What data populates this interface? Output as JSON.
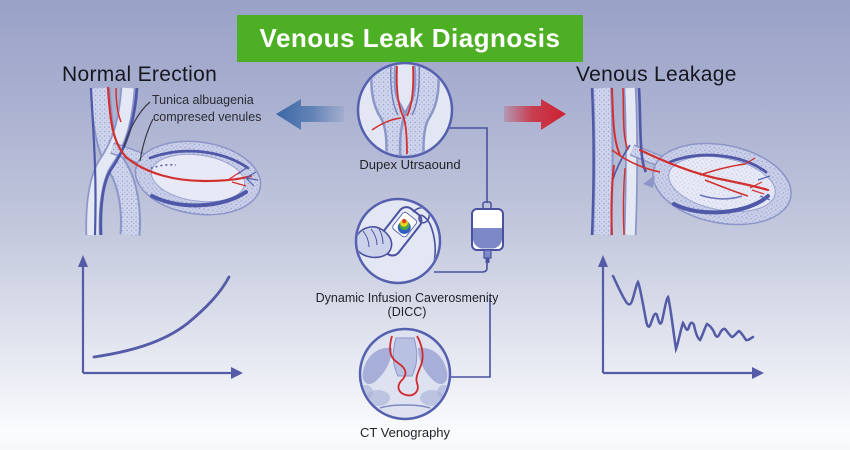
{
  "banner": {
    "label": "Venous Leak Diagnosis",
    "bg_color": "#4daf23",
    "text_color": "#ffffff"
  },
  "sections": {
    "left": {
      "heading": "Normal Erection",
      "annotations": [
        {
          "text": "Tunica albuagenia"
        },
        {
          "text": "compresed venules"
        }
      ]
    },
    "right": {
      "heading": "Venous Leakage"
    },
    "center": {
      "steps": [
        {
          "label": "Dupex Utrsaound"
        },
        {
          "label": "Dynamic Infusion Caverosmenity",
          "sublabel": "(DICC)"
        },
        {
          "label": "CT Venography"
        }
      ]
    }
  },
  "arrows": {
    "to_left": {
      "direction": "left",
      "color": "#3c67a5"
    },
    "to_right": {
      "direction": "right",
      "color": "#cd2130"
    }
  },
  "graphs": {
    "left": {
      "type": "line",
      "trend": "rising",
      "description": "smooth exponential rise, unlabeled axes"
    },
    "right": {
      "type": "line",
      "trend": "declining",
      "description": "oscillating jagged decline, unlabeled axes"
    }
  },
  "palette": {
    "background_top": "#99a1c7",
    "background_bottom": "#fafbfd",
    "illustration_outline": "#8d96c8",
    "tissue_light": "#e7eaf6",
    "tissue_stipple": "#ced4eb",
    "vein_dark": "#4f58a8",
    "artery_red": "#d2302e",
    "axis_color": "#555ba6",
    "connector_color": "#4a52a0"
  }
}
